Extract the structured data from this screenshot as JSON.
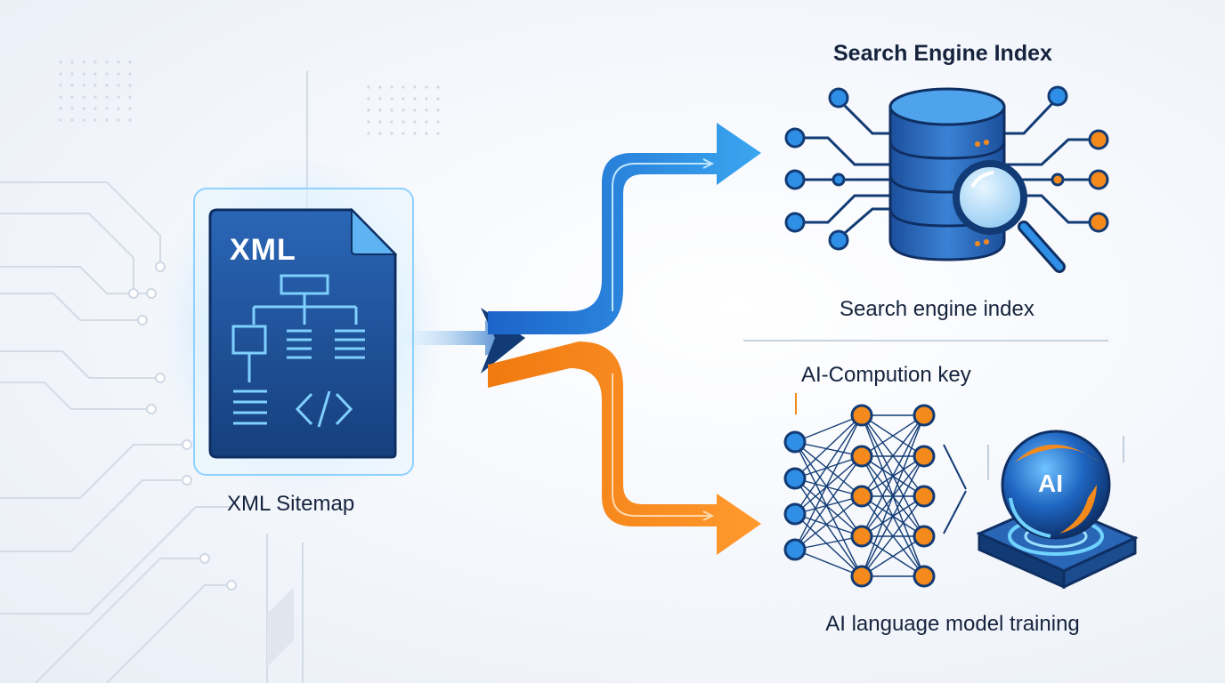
{
  "document": {
    "file_label": "XML",
    "caption": "XML Sitemap"
  },
  "search": {
    "heading": "Search Engine Index",
    "caption": "Search engine index"
  },
  "ai": {
    "heading": "AI-Compution key",
    "chip_label": "AI",
    "caption": "AI language model training"
  },
  "colors": {
    "blue_flow": "#2f8fe6",
    "orange_flow": "#f48a1c",
    "navy": "#123b75",
    "doc_fill": "#1a4f96",
    "text": "#15233d"
  },
  "icons": [
    "xml-document-icon",
    "database-icon",
    "magnifier-icon",
    "neural-network-icon",
    "ai-chip-icon"
  ]
}
